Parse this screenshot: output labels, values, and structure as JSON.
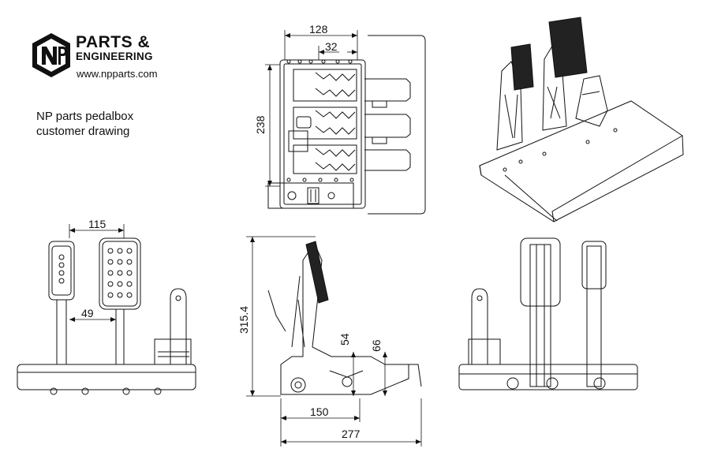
{
  "logo": {
    "icon": "np-hexagon-logo",
    "lettering": "NP"
  },
  "brand": {
    "line1": "PARTS &",
    "line2": "ENGINEERING",
    "url": "www.npparts.com"
  },
  "description": {
    "line1": "NP parts pedalbox",
    "line2": "customer drawing"
  },
  "dimensions": {
    "top_width": "128",
    "top_small": "32",
    "top_depth": "238",
    "front_pedal_spacing": "115",
    "front_gap": "49",
    "side_height": "315.4",
    "side_54": "54",
    "side_66": "66",
    "side_150": "150",
    "side_277": "277"
  }
}
